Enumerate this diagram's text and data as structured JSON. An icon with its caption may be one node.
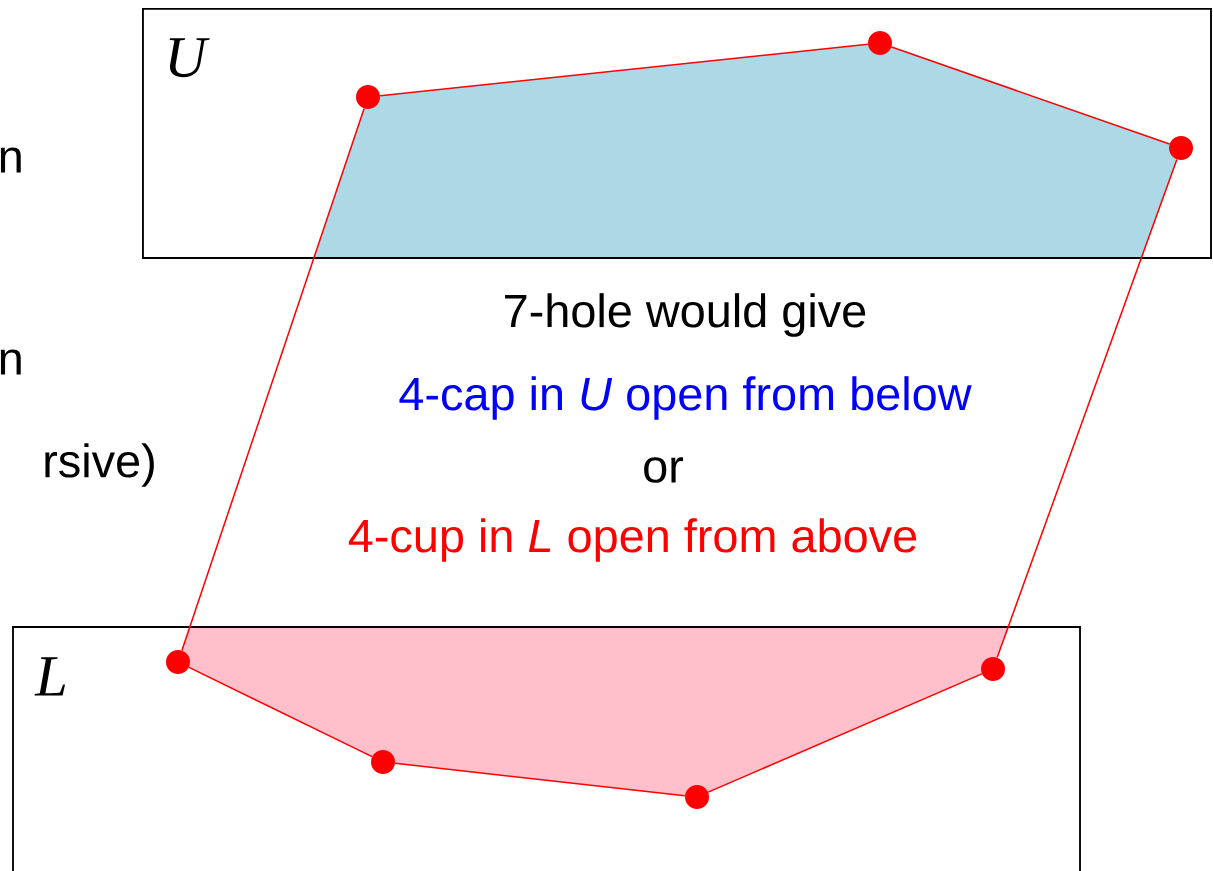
{
  "diagram": {
    "nodes": [
      {
        "text": [
          "U"
        ]
      },
      {
        "text": [],
        "shape": "circle",
        "in": 0
      },
      {
        "text": [],
        "shape": "circle",
        "in": 0
      },
      {
        "text": [],
        "shape": "circle",
        "in": 0
      },
      {
        "text": [
          "L"
        ]
      },
      {
        "text": [],
        "shape": "circle",
        "in": 4
      },
      {
        "text": [],
        "shape": "circle",
        "in": 4
      },
      {
        "text": [],
        "shape": "circle",
        "in": 4
      },
      {
        "text": [],
        "shape": "circle",
        "in": 4
      }
    ],
    "edges": [
      {
        "from": 1,
        "to": 2,
        "arrow": "none"
      },
      {
        "from": 2,
        "to": 3,
        "arrow": "none"
      },
      {
        "from": 3,
        "to": 8,
        "arrow": "none"
      },
      {
        "from": 8,
        "to": 7,
        "arrow": "none"
      },
      {
        "from": 7,
        "to": 6,
        "arrow": "none"
      },
      {
        "from": 6,
        "to": 5,
        "arrow": "none"
      },
      {
        "from": 5,
        "to": 1,
        "arrow": "none"
      }
    ],
    "labels": [
      "n",
      "n",
      "rsive)",
      "7-hole would give",
      "4-cap in *U* open from below",
      "or",
      "4-cup in *L* open from above"
    ]
  }
}
